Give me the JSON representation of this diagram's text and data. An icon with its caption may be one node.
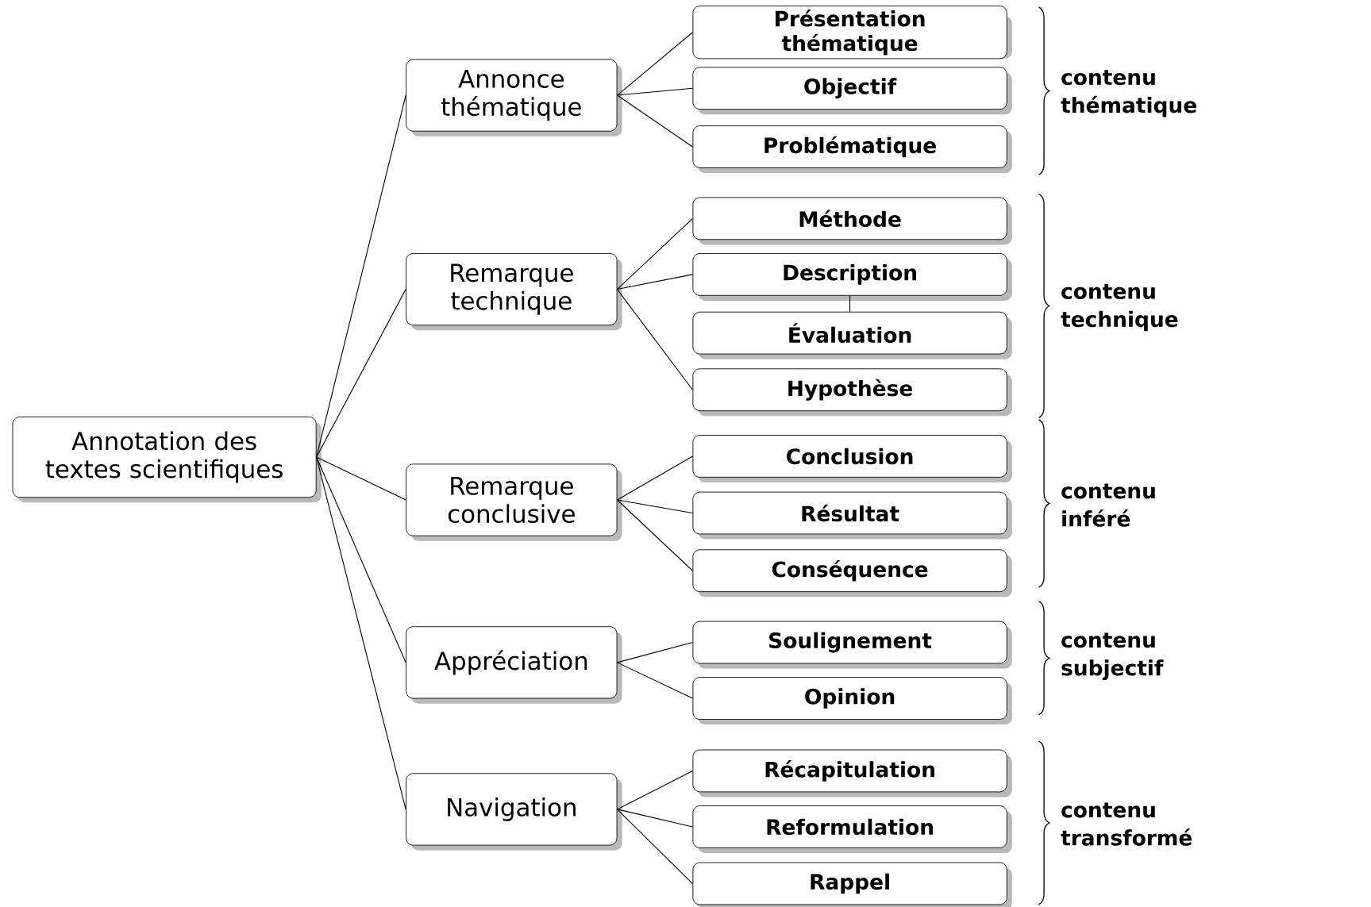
{
  "diagram": {
    "nodes": [
      {
        "text": [
          "Annotation des textes scientifiques"
        ]
      },
      {
        "text": [
          "Annonce thématique"
        ]
      },
      {
        "text": [
          "Présentation thématique"
        ]
      },
      {
        "text": [
          "Objectif"
        ]
      },
      {
        "text": [
          "Problématique"
        ]
      },
      {
        "text": [
          "Remarque technique"
        ]
      },
      {
        "text": [
          "Méthode"
        ]
      },
      {
        "text": [
          "Description"
        ]
      },
      {
        "text": [
          "Évaluation"
        ]
      },
      {
        "text": [
          "Hypothèse"
        ]
      },
      {
        "text": [
          "Remarque conclusive"
        ]
      },
      {
        "text": [
          "Conclusion"
        ]
      },
      {
        "text": [
          "Résultat"
        ]
      },
      {
        "text": [
          "Conséquence"
        ]
      },
      {
        "text": [
          "Appréciation"
        ]
      },
      {
        "text": [
          "Soulignement"
        ]
      },
      {
        "text": [
          "Opinion"
        ]
      },
      {
        "text": [
          "Navigation"
        ]
      },
      {
        "text": [
          "Récapitulation"
        ]
      },
      {
        "text": [
          "Reformulation"
        ]
      },
      {
        "text": [
          "Rappel"
        ]
      }
    ],
    "edges": [
      {
        "from": 0,
        "to": 1,
        "arrow": "none"
      },
      {
        "from": 0,
        "to": 5,
        "arrow": "none"
      },
      {
        "from": 0,
        "to": 10,
        "arrow": "none"
      },
      {
        "from": 0,
        "to": 14,
        "arrow": "none"
      },
      {
        "from": 0,
        "to": 17,
        "arrow": "none"
      },
      {
        "from": 1,
        "to": 2,
        "arrow": "none"
      },
      {
        "from": 1,
        "to": 3,
        "arrow": "none"
      },
      {
        "from": 1,
        "to": 4,
        "arrow": "none"
      },
      {
        "from": 5,
        "to": 6,
        "arrow": "none"
      },
      {
        "from": 5,
        "to": 7,
        "arrow": "none"
      },
      {
        "from": 7,
        "to": 8,
        "arrow": "none"
      },
      {
        "from": 5,
        "to": 9,
        "arrow": "none"
      },
      {
        "from": 10,
        "to": 11,
        "arrow": "none"
      },
      {
        "from": 10,
        "to": 12,
        "arrow": "none"
      },
      {
        "from": 10,
        "to": 13,
        "arrow": "none"
      },
      {
        "from": 14,
        "to": 15,
        "arrow": "none"
      },
      {
        "from": 14,
        "to": 16,
        "arrow": "none"
      },
      {
        "from": 17,
        "to": 18,
        "arrow": "none"
      },
      {
        "from": 17,
        "to": 19,
        "arrow": "none"
      },
      {
        "from": 17,
        "to": 20,
        "arrow": "none"
      }
    ],
    "labels": [
      "contenu thématique",
      "contenu technique",
      "contenu inféré",
      "contenu subjectif",
      "contenu transformé"
    ]
  }
}
